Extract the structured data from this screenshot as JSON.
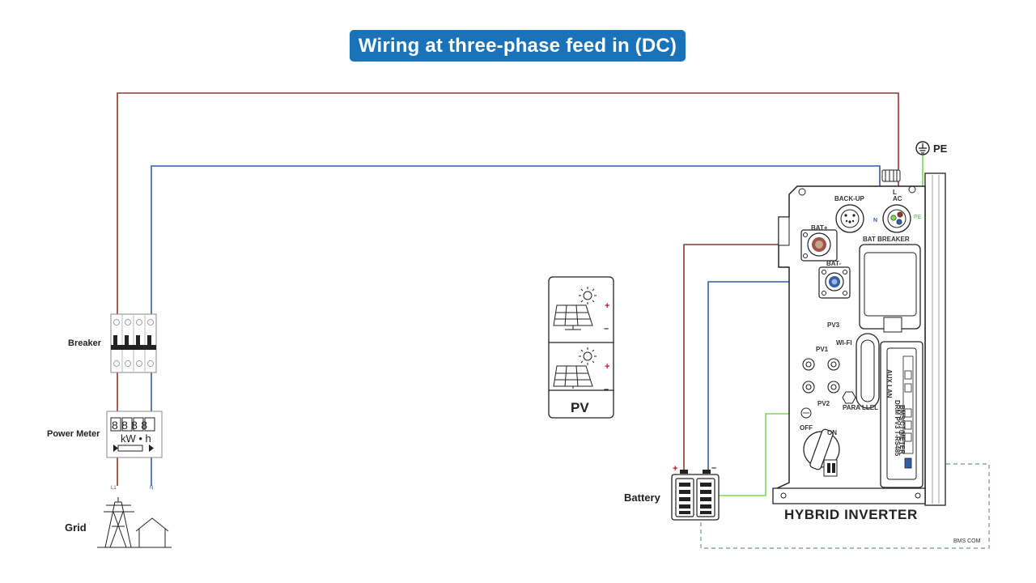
{
  "title": "Wiring at three-phase feed in (DC)",
  "colors": {
    "title_bg": "#1a73b8",
    "line_wire": "#8b3a2a",
    "neutral_wire": "#2f5fa8",
    "pe_wire": "#7ed957",
    "bms_dashed": "#8aa0b8"
  },
  "labels": {
    "pe": "PE",
    "breaker": "Breaker",
    "power_meter": "Power Meter",
    "meter_digits": "8888",
    "meter_unit": "kW • h",
    "meter_l": "L1",
    "meter_n": "N",
    "grid": "Grid",
    "pv": "PV",
    "pv_plus": "+",
    "pv_minus": "–",
    "battery": "Battery",
    "battery_plus": "+",
    "battery_minus": "–",
    "hybrid_inverter": "HYBRID INVERTER",
    "bms_com": "BMS COM"
  },
  "inverter_labels": {
    "back_up": "BACK-UP",
    "ac": "AC",
    "ac_l": "L",
    "ac_n": "N",
    "ac_pe": "PE",
    "bat_breaker": "BAT BREAKER",
    "bat_plus": "BAT+",
    "bat_minus": "BAT-",
    "pv3": "PV3",
    "wifi": "WI-FI",
    "pv1": "PV1",
    "pv2": "PV2",
    "parallel": "PARA LLEL",
    "off": "OFF",
    "on": "ON",
    "aux_lan": "AUX LAN",
    "drm_ports": "DRM PV3 T-RS485",
    "meter_ports": "BMS/CT/METER"
  }
}
